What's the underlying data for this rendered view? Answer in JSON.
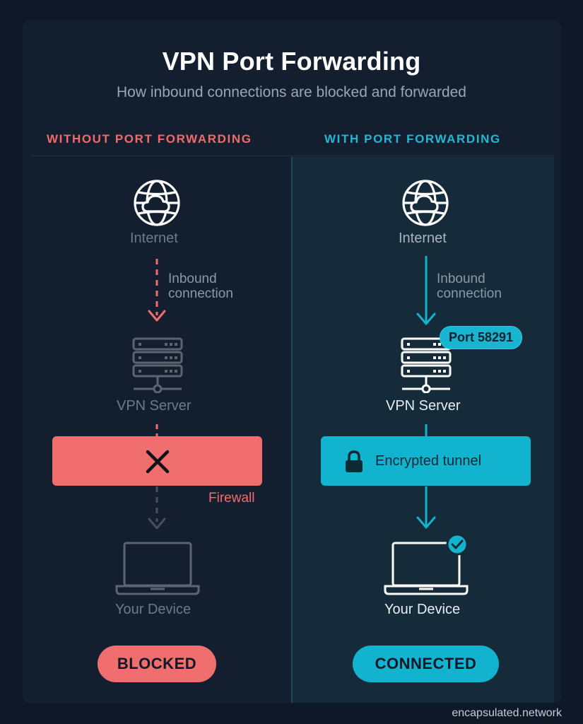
{
  "header": {
    "title": "VPN Port Forwarding",
    "subtitle": "How inbound connections are blocked and forwarded"
  },
  "columns": {
    "left": {
      "heading": "WITHOUT PORT FORWARDING",
      "internet_label": "Internet",
      "inbound_line1": "Inbound",
      "inbound_line2": "connection",
      "server_label": "VPN Server",
      "firewall_label": "Firewall",
      "device_label": "Your Device",
      "status": "BLOCKED"
    },
    "right": {
      "heading": "WITH PORT FORWARDING",
      "internet_label": "Internet",
      "inbound_line1": "Inbound",
      "inbound_line2": "connection",
      "port_badge": "Port 58291",
      "server_label": "VPN Server",
      "tunnel_label": "Encrypted tunnel",
      "device_label": "Your Device",
      "status": "CONNECTED"
    }
  },
  "footer": {
    "watermark": "encapsulated.network"
  },
  "colors": {
    "background": "#0f1827",
    "blocked": "#f06e6e",
    "connected": "#12b3cf",
    "muted": "#6f7a89"
  },
  "icons": {
    "internet": "globe-cloud-icon",
    "server": "server-rack-icon",
    "device": "laptop-icon",
    "blocked": "x-icon",
    "tunnel": "lock-icon",
    "connected": "check-badge-icon"
  }
}
